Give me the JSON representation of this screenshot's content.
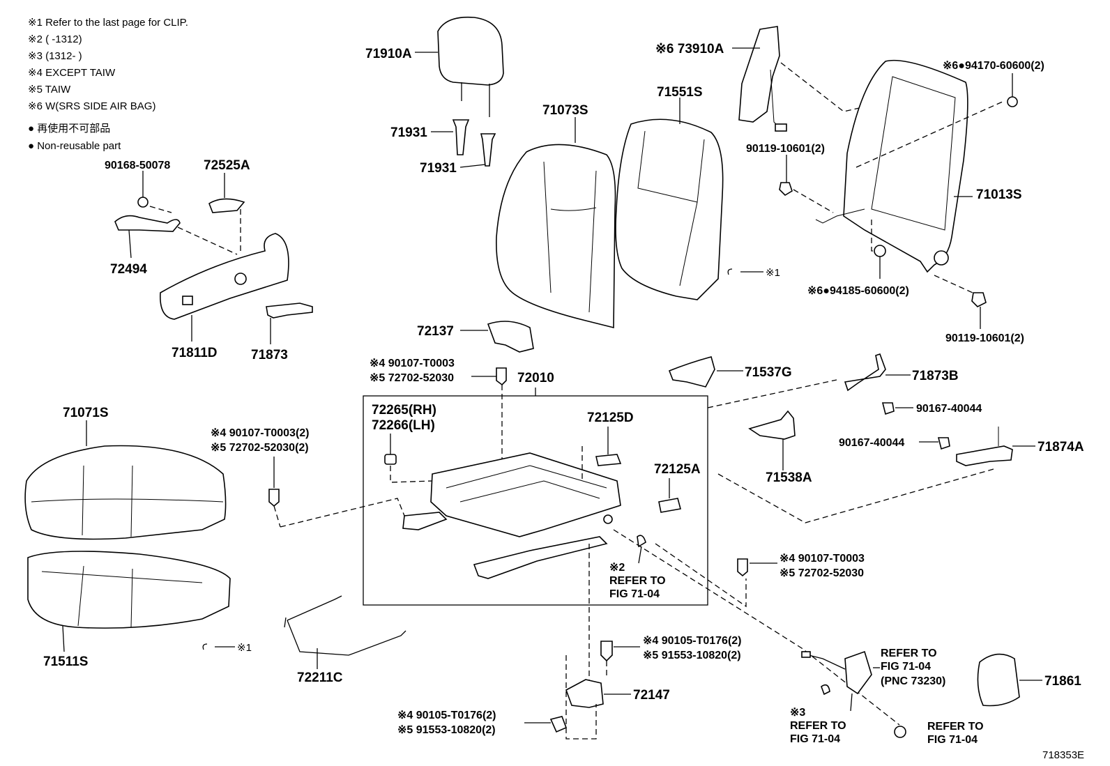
{
  "notes": [
    "※1 Refer to the last page for CLIP.",
    "※2 (        -1312)",
    "※3 (1312-        )",
    "※4 EXCEPT TAIW",
    "※5 TAIW",
    "※6 W(SRS SIDE AIR BAG)",
    "● 再使用不可部品",
    "● Non-reusable part"
  ],
  "labels": {
    "p71910A": "71910A",
    "p71931a": "71931",
    "p71931b": "71931",
    "p71073S": "71073S",
    "p71551S": "71551S",
    "p73910A": "※6 73910A",
    "p94170": "※6●94170-60600(2)",
    "p90119a": "90119-10601(2)",
    "p71013S": "71013S",
    "p94185": "※6●94185-60600(2)",
    "p90119b": "90119-10601(2)",
    "p90168": "90168-50078",
    "p72525A": "72525A",
    "p72494": "72494",
    "p71811D": "71811D",
    "p71873": "71873",
    "p72137": "72137",
    "clip1a": "※1",
    "p90107a1": "※4 90107-T0003",
    "p72702a1": "※5 72702-52030",
    "p72010": "72010",
    "p71537G": "71537G",
    "p71873B": "71873B",
    "p90167a": "90167-40044",
    "p90167b": "90167-40044",
    "p71874A": "71874A",
    "p71071S": "71071S",
    "p90107b1": "※4 90107-T0003(2)",
    "p72702b1": "※5 72702-52030(2)",
    "p72265": "72265(RH)",
    "p72266": "72266(LH)",
    "p72125D": "72125D",
    "p71538A": "71538A",
    "p72125A": "72125A",
    "ref2a": "※2",
    "ref2b": "REFER TO",
    "ref2c": "FIG 71-04",
    "p90107c1": "※4 90107-T0003",
    "p72702c1": "※5 72702-52030",
    "p71511S": "71511S",
    "clip1b": "※1",
    "p72211C": "72211C",
    "p90105a": "※4 90105-T0176(2)",
    "p91553a": "※5 91553-10820(2)",
    "p72147": "72147",
    "p90105b": "※4 90105-T0176(2)",
    "p91553b": "※5 91553-10820(2)",
    "ref3a": "REFER TO",
    "ref3b": "FIG 71-04",
    "ref3c": "(PNC 73230)",
    "p71861": "71861",
    "ref4a": "※3",
    "ref4b": "REFER TO",
    "ref4c": "FIG 71-04",
    "ref5a": "REFER TO",
    "ref5b": "FIG 71-04",
    "figid": "718353E"
  }
}
